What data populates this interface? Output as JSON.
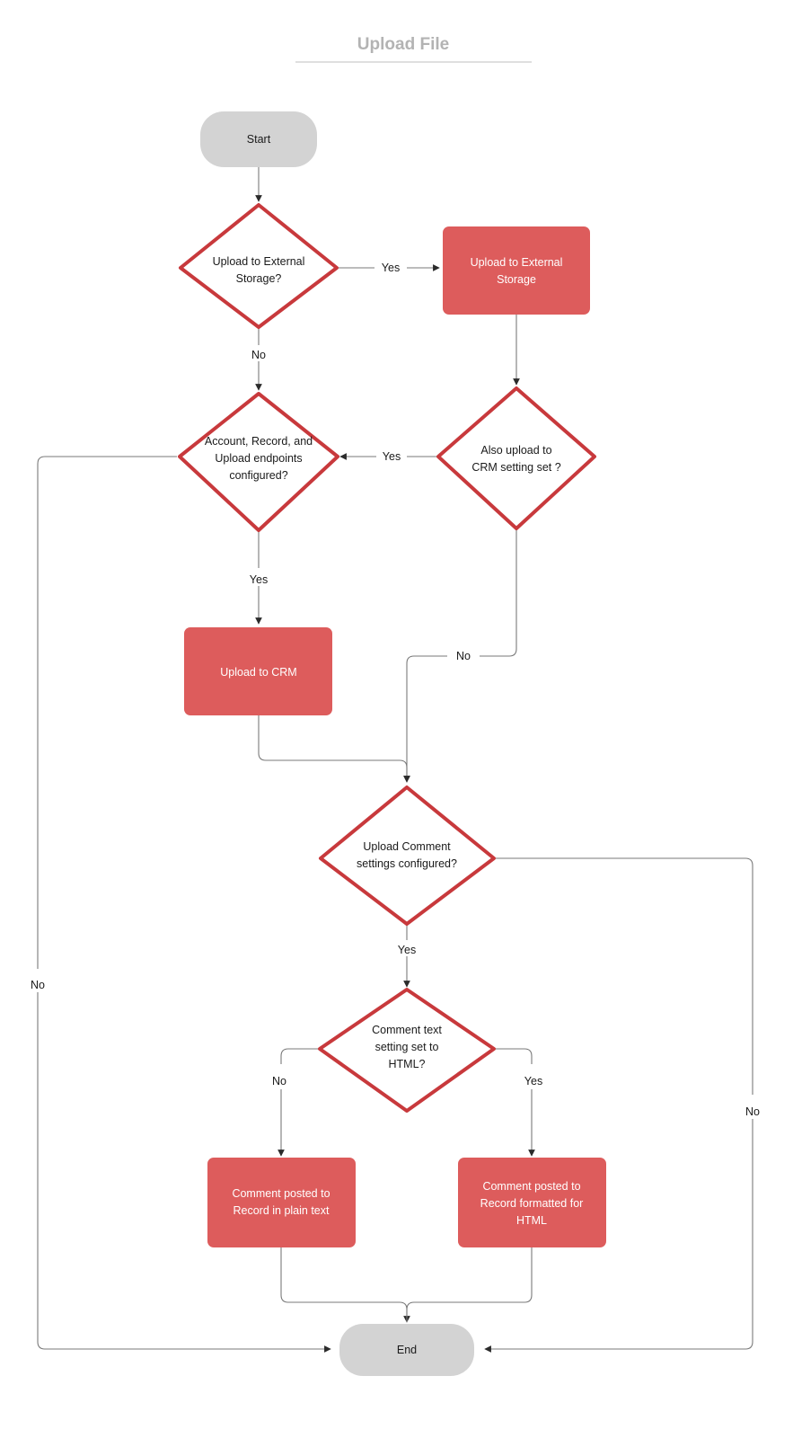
{
  "title": "Upload File",
  "colors": {
    "terminator_fill": "#d3d3d3",
    "process_fill": "#dd5c5c",
    "decision_stroke": "#c8393c",
    "decision_fill": "#ffffff",
    "edge_stroke": "#7a7a7a",
    "title_color": "#b3b3b3",
    "label_color": "#1a1a1a",
    "process_text": "#ffffff"
  },
  "nodes": {
    "start": {
      "type": "terminator",
      "label": "Start"
    },
    "d_external": {
      "type": "decision",
      "line1": "Upload to External",
      "line2": "Storage?"
    },
    "p_external": {
      "type": "process",
      "line1": "Upload to External",
      "line2": "Storage"
    },
    "d_endpoints": {
      "type": "decision",
      "line1": "Account, Record, and",
      "line2": "Upload endpoints",
      "line3": "configured?"
    },
    "d_crm": {
      "type": "decision",
      "line1": "Also upload to",
      "line2": "CRM setting set ?"
    },
    "p_crm": {
      "type": "process",
      "line1": "Upload to CRM"
    },
    "d_comment_settings": {
      "type": "decision",
      "line1": "Upload Comment",
      "line2": "settings configured?"
    },
    "d_comment_html": {
      "type": "decision",
      "line1": "Comment text",
      "line2": "setting set to",
      "line3": "HTML?"
    },
    "p_plain": {
      "type": "process",
      "line1": "Comment posted to",
      "line2": "Record in plain text"
    },
    "p_html": {
      "type": "process",
      "line1": "Comment posted to",
      "line2": "Record formatted for",
      "line3": "HTML"
    },
    "end": {
      "type": "terminator",
      "label": "End"
    }
  },
  "edge_labels": {
    "external_yes": "Yes",
    "external_no": "No",
    "crm_yes": "Yes",
    "crm_no": "No",
    "endpoints_yes": "Yes",
    "endpoints_no": "No",
    "comment_settings_yes": "Yes",
    "comment_settings_no": "No",
    "html_no": "No",
    "html_yes": "Yes"
  },
  "chart_data": {
    "type": "diagram",
    "title": "Upload File",
    "diagram_kind": "flowchart",
    "nodes": [
      {
        "id": "start",
        "shape": "terminator",
        "text": "Start"
      },
      {
        "id": "d_external",
        "shape": "decision",
        "text": "Upload to External Storage?"
      },
      {
        "id": "p_external",
        "shape": "process",
        "text": "Upload to External Storage"
      },
      {
        "id": "d_endpoints",
        "shape": "decision",
        "text": "Account, Record, and Upload endpoints configured?"
      },
      {
        "id": "d_crm",
        "shape": "decision",
        "text": "Also upload to CRM setting set ?"
      },
      {
        "id": "p_crm",
        "shape": "process",
        "text": "Upload to CRM"
      },
      {
        "id": "d_comment_settings",
        "shape": "decision",
        "text": "Upload Comment settings configured?"
      },
      {
        "id": "d_comment_html",
        "shape": "decision",
        "text": "Comment text setting set to HTML?"
      },
      {
        "id": "p_plain",
        "shape": "process",
        "text": "Comment posted to Record in plain text"
      },
      {
        "id": "p_html",
        "shape": "process",
        "text": "Comment posted to Record formatted for HTML"
      },
      {
        "id": "end",
        "shape": "terminator",
        "text": "End"
      }
    ],
    "edges": [
      {
        "from": "start",
        "to": "d_external",
        "label": ""
      },
      {
        "from": "d_external",
        "to": "p_external",
        "label": "Yes"
      },
      {
        "from": "d_external",
        "to": "d_endpoints",
        "label": "No"
      },
      {
        "from": "p_external",
        "to": "d_crm",
        "label": ""
      },
      {
        "from": "d_crm",
        "to": "d_endpoints",
        "label": "Yes"
      },
      {
        "from": "d_crm",
        "to": "d_comment_settings",
        "label": "No"
      },
      {
        "from": "d_endpoints",
        "to": "p_crm",
        "label": "Yes"
      },
      {
        "from": "d_endpoints",
        "to": "end",
        "label": "No"
      },
      {
        "from": "p_crm",
        "to": "d_comment_settings",
        "label": ""
      },
      {
        "from": "d_comment_settings",
        "to": "d_comment_html",
        "label": "Yes"
      },
      {
        "from": "d_comment_settings",
        "to": "end",
        "label": "No"
      },
      {
        "from": "d_comment_html",
        "to": "p_plain",
        "label": "No"
      },
      {
        "from": "d_comment_html",
        "to": "p_html",
        "label": "Yes"
      },
      {
        "from": "p_plain",
        "to": "end",
        "label": ""
      },
      {
        "from": "p_html",
        "to": "end",
        "label": ""
      }
    ]
  }
}
